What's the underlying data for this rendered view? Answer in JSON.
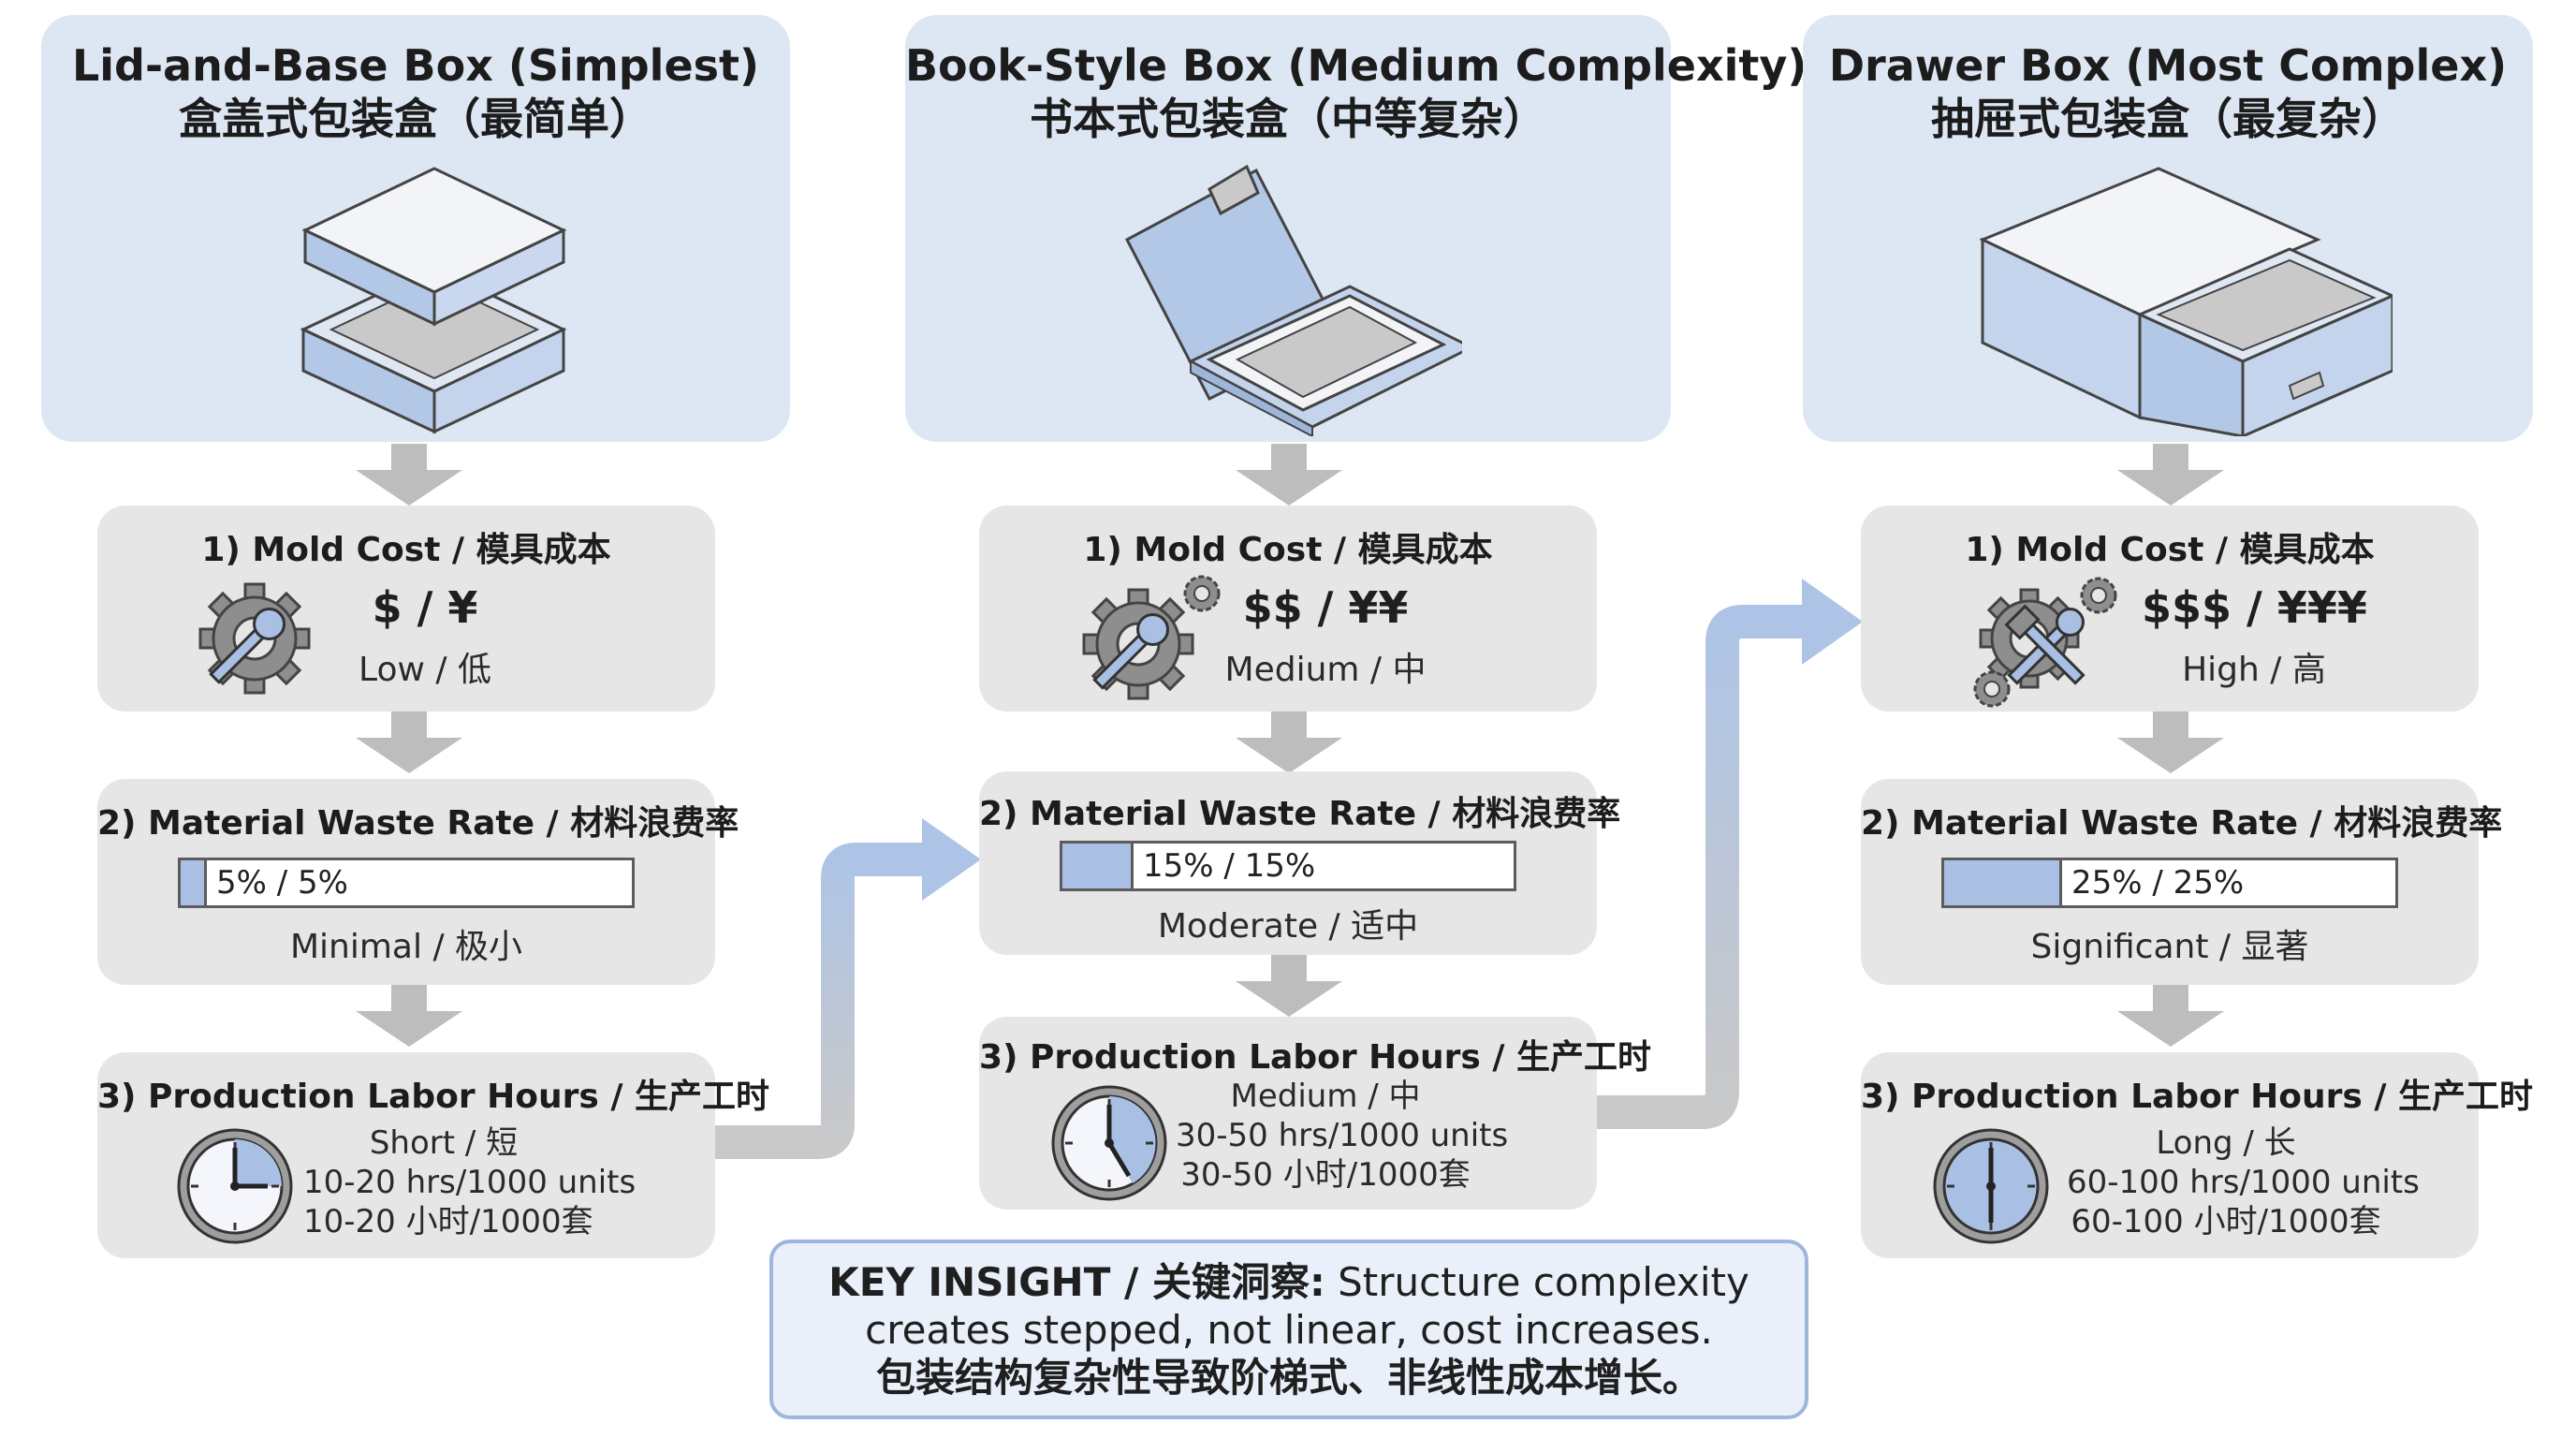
{
  "columns": [
    {
      "id": "lid",
      "title_en": "Lid-and-Base Box (Simplest)",
      "title_zh": "盒盖式包装盒（最简单）",
      "mold": {
        "title": "1) Mold Cost / 模具成本",
        "symbol": "$ / ¥",
        "level": "Low / 低",
        "icon": "wrench-gear-icon"
      },
      "waste": {
        "title": "2) Material Waste Rate / 材料浪费率",
        "rate_label": "5% / 5%",
        "rate": 5,
        "level": "Minimal / 极小"
      },
      "labor": {
        "title": "3) Production Labor Hours / 生产工时",
        "level": "Short / 短",
        "hours_en": "10-20 hrs/1000 units",
        "hours_zh": "10-20 小时/1000套",
        "clock_hand": "3 o'clock"
      }
    },
    {
      "id": "book",
      "title_en": "Book-Style Box (Medium Complexity)",
      "title_zh": "书本式包装盒（中等复杂）",
      "mold": {
        "title": "1) Mold Cost / 模具成本",
        "symbol": "$$ / ¥¥",
        "level": "Medium / 中",
        "icon": "wrench-gears-icon"
      },
      "waste": {
        "title": "2) Material Waste Rate / 材料浪费率",
        "rate_label": "15% / 15%",
        "rate": 15,
        "level": "Moderate / 适中"
      },
      "labor": {
        "title": "3) Production Labor Hours / 生产工时",
        "level": "Medium / 中",
        "hours_en": "30-50 hrs/1000 units",
        "hours_zh": "30-50 小时/1000套",
        "clock_hand": "5 o'clock"
      }
    },
    {
      "id": "drawer",
      "title_en": "Drawer Box (Most Complex)",
      "title_zh": "抽屉式包装盒（最复杂）",
      "mold": {
        "title": "1) Mold Cost / 模具成本",
        "symbol": "$$$ / ¥¥¥",
        "level": "High / 高",
        "icon": "crossed-tools-gears-icon"
      },
      "waste": {
        "title": "2) Material Waste Rate / 材料浪费率",
        "rate_label": "25% / 25%",
        "rate": 25,
        "level": "Significant / 显著"
      },
      "labor": {
        "title": "3) Production Labor Hours / 生产工时",
        "level": "Long / 长",
        "hours_en": "60-100 hrs/1000 units",
        "hours_zh": "60-100 小时/1000套",
        "clock_hand": "6 o'clock"
      }
    }
  ],
  "insight": {
    "label": "KEY INSIGHT / 关键洞察:",
    "line1": "Structure complexity",
    "line2": "creates stepped, not linear, cost increases.",
    "line3": "包装结构复杂性导致阶梯式、非线性成本增长。"
  },
  "colors": {
    "header_bg": "#dde7f4",
    "card_bg": "#e6e6e6",
    "arrow_gray": "#bdbdbd",
    "accent_blue": "#a9c0e4",
    "step_arrow_blue": "#b7cae6"
  }
}
